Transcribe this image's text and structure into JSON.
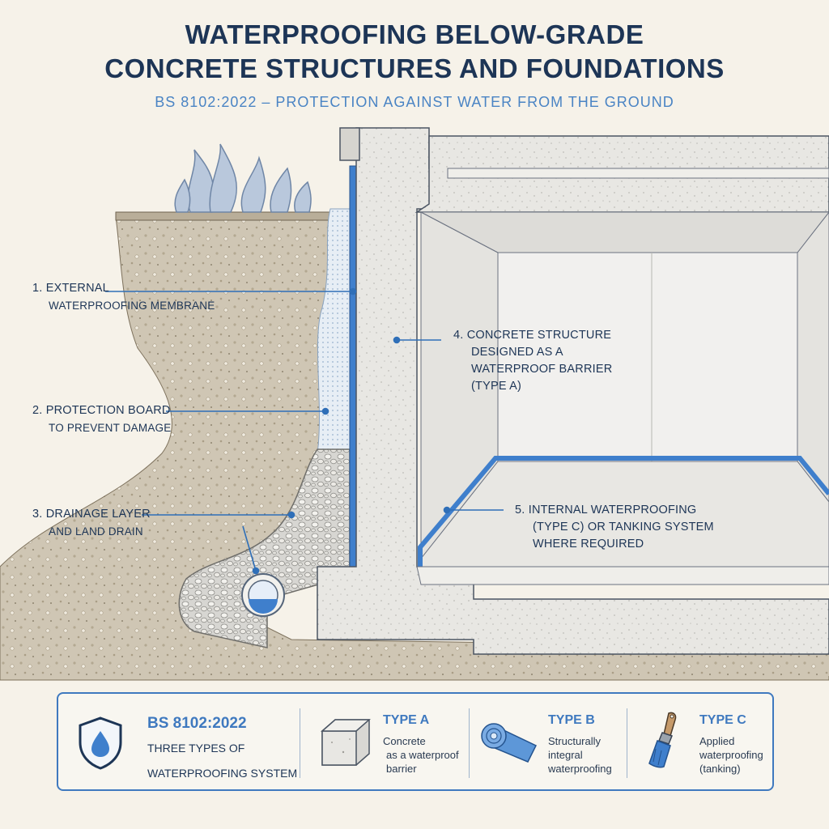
{
  "title_line1": "WATERPROOFING BELOW-GRADE",
  "title_line2": "CONCRETE STRUCTURES AND FOUNDATIONS",
  "subtitle": "BS 8102:2022 – PROTECTION AGAINST WATER FROM THE GROUND",
  "colors": {
    "membrane": "#3f7fcc",
    "title": "#1d3556",
    "accent": "#4a84c4",
    "concrete": "#e9e8e4",
    "soil": "#cfc6b4"
  },
  "labels": {
    "external_membrane": {
      "line1": "1. EXTERNAL",
      "line2": "WATERPROOFING MEMBRANE"
    },
    "protection_board": {
      "line1": "2. PROTECTION BOARD",
      "line2": "TO PREVENT DAMAGE"
    },
    "drainage_layer": {
      "line1": "3. DRAINAGE LAYER",
      "line2": "AND LAND DRAIN"
    },
    "concrete_structure": {
      "line1": "4. CONCRETE STRUCTURE",
      "line2": "DESIGNED AS A",
      "line3": "WATERPROOF BARRIER",
      "line4": "(TYPE A)"
    },
    "internal_waterproofing": {
      "line1": "5. INTERNAL WATERPROOFING",
      "line2": "(TYPE C) OR TANKING SYSTEM",
      "line3": "WHERE REQUIRED"
    }
  },
  "legend": {
    "icon": "shield-water-drop-icon",
    "heading": "BS 8102:2022",
    "text_line1": "THREE TYPES OF",
    "text_line2": "WATERPROOFING SYSTEM",
    "types": [
      {
        "name": "TYPE A",
        "line1": "Concrete",
        "line2": "as a waterproof",
        "line3": "barrier",
        "icon": "concrete-block-icon"
      },
      {
        "name": "TYPE B",
        "line1": "Structurally",
        "line2": "integral",
        "line3": "waterproofing",
        "icon": "membrane-roll-icon"
      },
      {
        "name": "TYPE C",
        "line1": "Applied",
        "line2": "waterproofing",
        "line3": "(tanking)",
        "icon": "paint-brush-icon"
      }
    ]
  }
}
